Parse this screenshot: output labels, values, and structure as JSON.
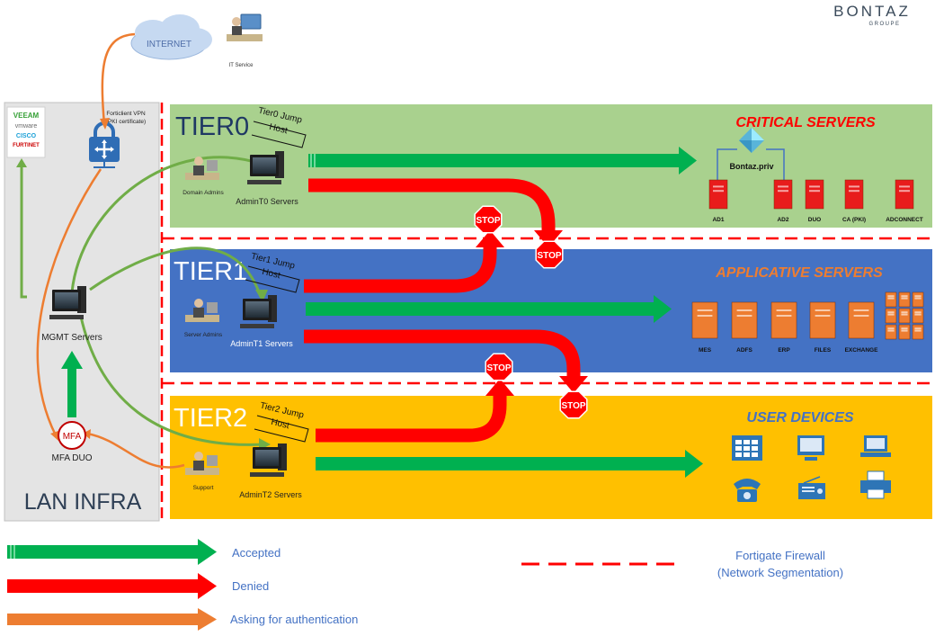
{
  "logo": {
    "name": "BONTAZ",
    "sub": "GROUPE"
  },
  "internet": {
    "label": "INTERNET"
  },
  "it_service": {
    "label": "IT Service"
  },
  "lan": {
    "label": "LAN INFRA",
    "vendors": [
      "VEEAM",
      "vmware",
      "CISCO",
      "FURTINET"
    ],
    "vpn_label_1": "Forticlient VPN",
    "vpn_label_2": "(PKI certificate)",
    "mgmt_label": "MGMT Servers",
    "mfa_badge": "MFA",
    "mfa_label": "MFA DUO"
  },
  "tiers": [
    {
      "title": "TIER0",
      "jump_1": "Tier0 Jump",
      "jump_2": "Host",
      "admins": "Domain Admins",
      "servers": "AdminT0 Servers",
      "zone_title": "CRITICAL SERVERS",
      "domain": "Bontaz.priv",
      "items": [
        "AD1",
        "AD2",
        "DUO",
        "CA (PKI)",
        "ADCONNECT"
      ]
    },
    {
      "title": "TIER1",
      "jump_1": "Tier1 Jump",
      "jump_2": "Host",
      "admins": "Server Admins",
      "servers": "AdminT1 Servers",
      "zone_title": "APPLICATIVE SERVERS",
      "items": [
        "MES",
        "ADFS",
        "ERP",
        "FILES",
        "EXCHANGE"
      ]
    },
    {
      "title": "TIER2",
      "jump_1": "Tier2 Jump",
      "jump_2": "Host",
      "admins": "Support",
      "servers": "AdminT2 Servers",
      "zone_title": "USER DEVICES",
      "devices": [
        "calendar-icon",
        "desktop-icon",
        "laptop-icon",
        "phone-icon",
        "radio-icon",
        "printer-icon"
      ]
    }
  ],
  "stop_label": "STOP",
  "legend": {
    "accepted": "Accepted",
    "denied": "Denied",
    "auth": "Asking for authentication",
    "firewall_1": "Fortigate Firewall",
    "firewall_2": "(Network Segmentation)"
  },
  "colors": {
    "tier0_bg": "#a9d18e",
    "tier1_bg": "#4472c4",
    "tier2_bg": "#ffc000",
    "lan_bg": "#e4e4e4",
    "accepted": "#00b050",
    "denied": "#ff0000",
    "auth": "#ed7d31",
    "link": "#70ad47",
    "critical_title": "#ff0000",
    "applicative_title": "#ed7d31",
    "user_title": "#4472c4"
  }
}
